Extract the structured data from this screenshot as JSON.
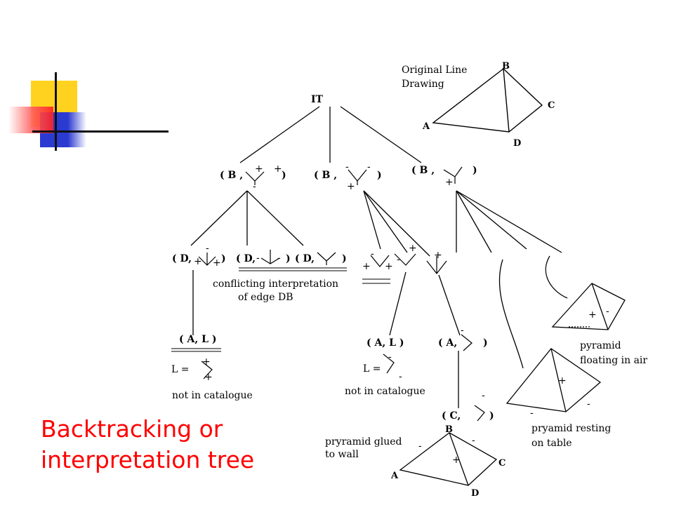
{
  "slide": {
    "caption_line1": "Backtracking or",
    "caption_line2": "interpretation tree",
    "caption_color": "#ff0000"
  },
  "diagram": {
    "root": "IT",
    "original": {
      "title_line1": "Original Line",
      "title_line2": "Drawing",
      "vertices": [
        "B",
        "C",
        "A",
        "D"
      ]
    },
    "level1": [
      "( B ,",
      ")",
      "( B ,",
      ")",
      "( B ,",
      ")"
    ],
    "level2": [
      "( D,",
      ")",
      "( D,",
      ")",
      "( D,",
      ")"
    ],
    "conflict_line1": "conflicting interpretation",
    "conflict_line2": "of edge DB",
    "level3": [
      "( A, L )",
      "( A, L )",
      "( A,",
      ")",
      "( C,",
      ")"
    ],
    "l_eq": "L =",
    "not_in_catalogue": "not in catalogue",
    "floating_line1": "pyramid",
    "floating_line2": "floating in air",
    "resting_line1": "pryamid resting",
    "resting_line2": "on table",
    "glued_line1": "pryramid glued",
    "glued_line2": "to wall",
    "glued_vertices": [
      "B",
      "C",
      "A",
      "D"
    ],
    "signs": {
      "plus": "+",
      "minus": "-"
    }
  }
}
